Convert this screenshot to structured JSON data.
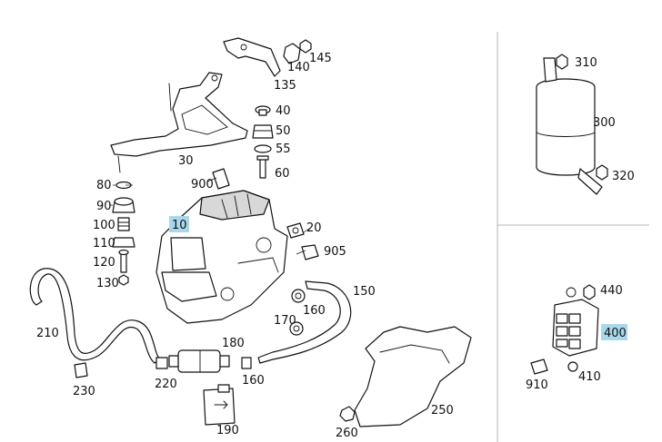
{
  "callouts": {
    "c10": "10",
    "c20": "20",
    "c30": "30",
    "c40": "40",
    "c50": "50",
    "c55": "55",
    "c60": "60",
    "c80": "80",
    "c90": "90",
    "c100": "100",
    "c110": "110",
    "c120": "120",
    "c130": "130",
    "c135": "135",
    "c140": "140",
    "c145": "145",
    "c150": "150",
    "c160a": "160",
    "c160b": "160",
    "c170": "170",
    "c180": "180",
    "c190": "190",
    "c210": "210",
    "c220": "220",
    "c230": "230",
    "c250": "250",
    "c260": "260",
    "c300": "300",
    "c310": "310",
    "c320": "320",
    "c400": "400",
    "c410": "410",
    "c440": "440",
    "c900": "900",
    "c905": "905",
    "c910": "910"
  },
  "highlighted": [
    "10",
    "400"
  ],
  "colors": {
    "highlight": "#a9d8ec",
    "line": "#111111",
    "divider": "#b5b5b5"
  }
}
